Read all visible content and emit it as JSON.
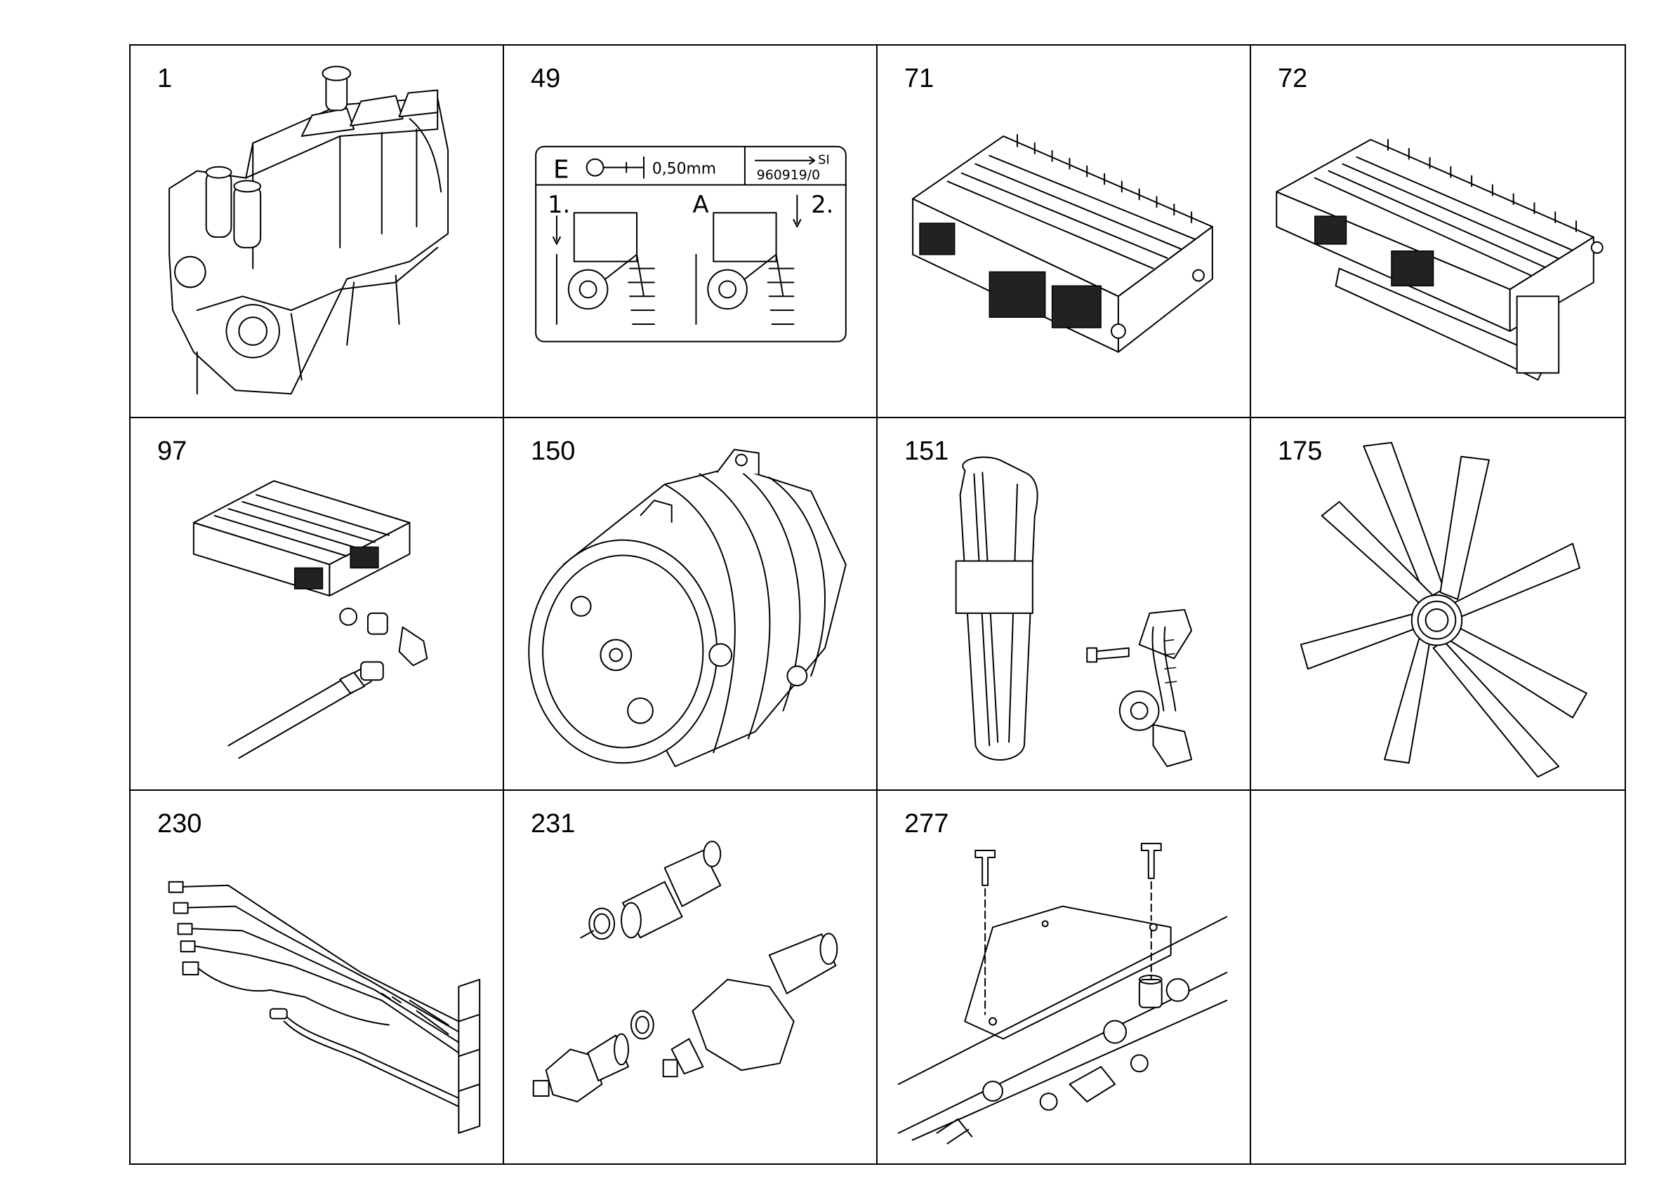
{
  "parts": [
    {
      "number": "1",
      "icon": "engine-block-icon"
    },
    {
      "number": "49",
      "icon": "valve-clearance-label-icon",
      "label": {
        "letter_e": "E",
        "clearance": "0,50mm",
        "arrow_code": "SI",
        "part_code": "960919/0",
        "step1": "1.",
        "center": "A",
        "step2": "2."
      }
    },
    {
      "number": "71",
      "icon": "control-unit-icon"
    },
    {
      "number": "72",
      "icon": "control-unit-bracket-icon"
    },
    {
      "number": "97",
      "icon": "control-unit-kit-icon"
    },
    {
      "number": "150",
      "icon": "ac-compressor-icon"
    },
    {
      "number": "151",
      "icon": "belt-tensioner-icon"
    },
    {
      "number": "175",
      "icon": "fan-icon"
    },
    {
      "number": "230",
      "icon": "wiring-harness-icon"
    },
    {
      "number": "231",
      "icon": "sensors-icon"
    },
    {
      "number": "277",
      "icon": "bracket-plate-icon"
    },
    {
      "number": "",
      "icon": ""
    }
  ]
}
